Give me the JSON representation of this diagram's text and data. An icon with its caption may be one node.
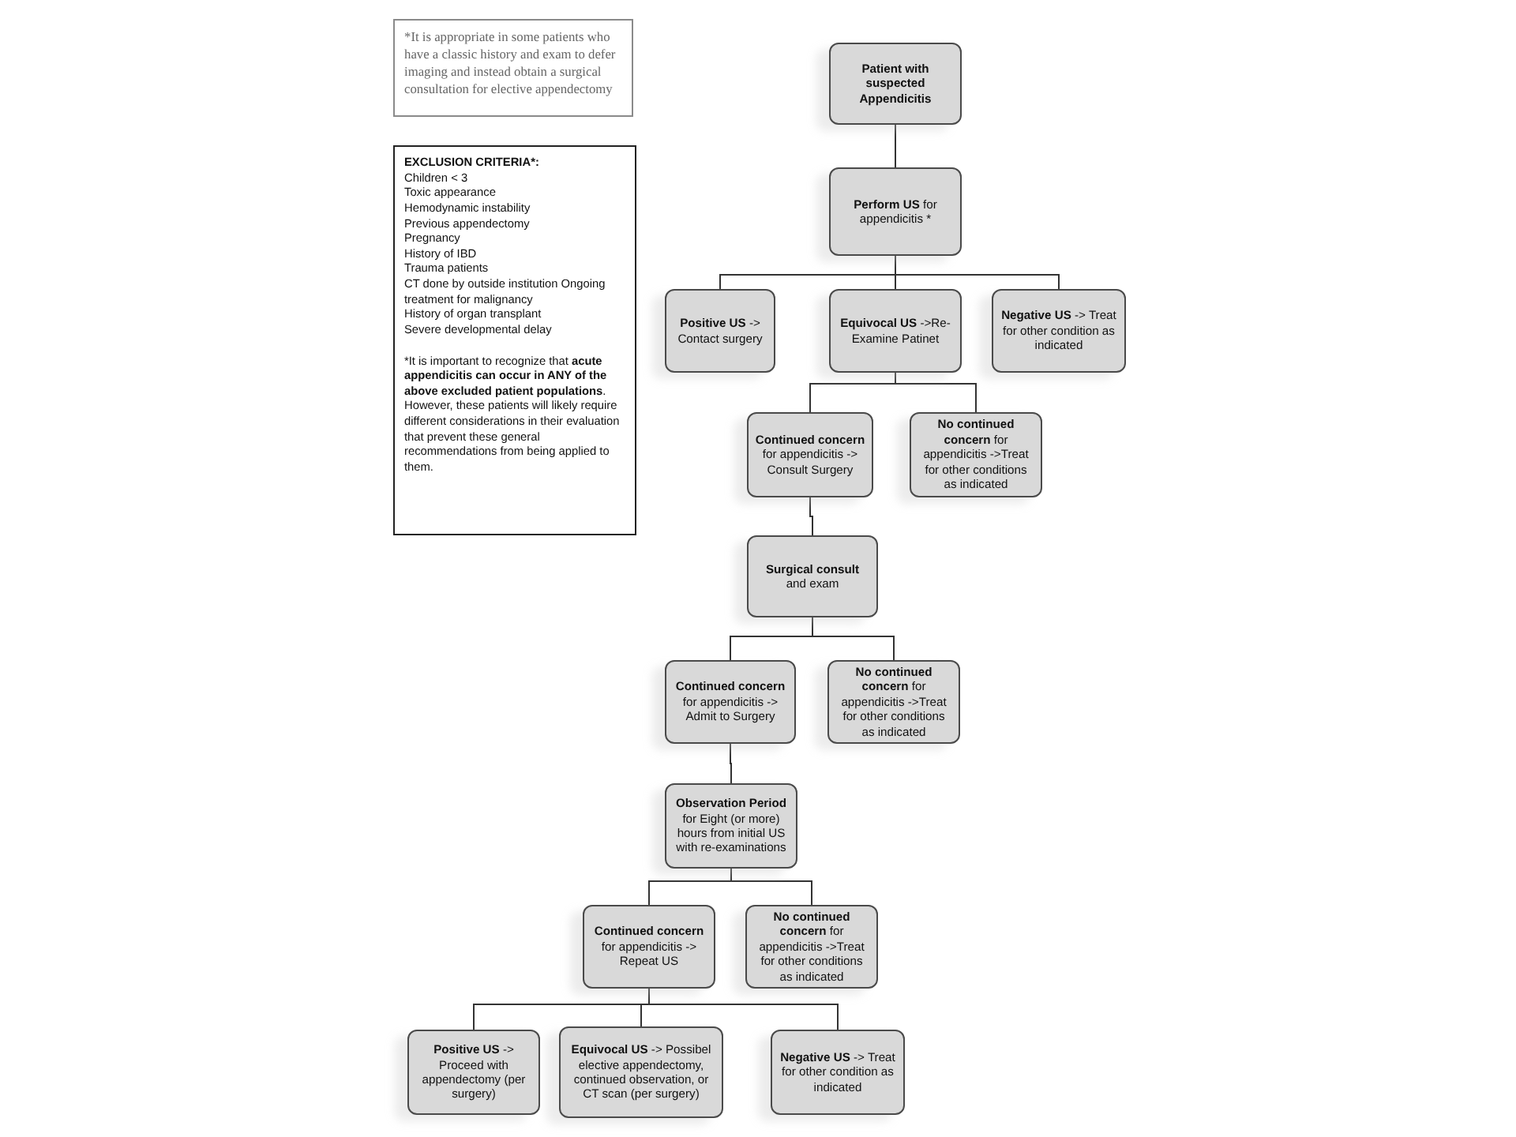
{
  "diagram": {
    "nodes": [
      {
        "text": [
          "*It is appropriate in some patients who have a classic history and exam to defer imaging and instead obtain a surgical consultation for elective appendectomy"
        ]
      },
      {
        "text": [
          "EXCLUSION CRITERIA*:",
          "Children < 3",
          "Toxic appearance",
          "Hemodynamic instability",
          "Previous appendectomy",
          "Pregnancy",
          "History of IBD",
          "Trauma patients",
          "CT done by outside institution Ongoing treatment for malignancy",
          "History of organ transplant",
          "Severe developmental delay",
          "*It is important to recognize that **acute appendicitis can occur in ANY of the above excluded patient populations**. However, these patients will likely require different considerations in their evaluation that prevent these general recommendations from being applied to them."
        ]
      },
      {
        "text": [
          "Patient with suspected Appendicitis"
        ]
      },
      {
        "text": [
          "**Perform US** for appendicitis *"
        ]
      },
      {
        "text": [
          "**Positive US** -> Contact surgery"
        ]
      },
      {
        "text": [
          "**Equivocal US** ->Re-Examine Patinet"
        ]
      },
      {
        "text": [
          "**Negative US** -> Treat for other condition as indicated"
        ]
      },
      {
        "text": [
          "**Continued concern** for appendicitis -> Consult Surgery"
        ]
      },
      {
        "text": [
          "**No continued concern** for appendicitis ->Treat for other conditions as indicated"
        ]
      },
      {
        "text": [
          "**Surgical consult** and exam"
        ]
      },
      {
        "text": [
          "**Continued concern** for appendicitis -> Admit to Surgery"
        ]
      },
      {
        "text": [
          "**No continued concern** for appendicitis ->Treat for other conditions as indicated"
        ]
      },
      {
        "text": [
          "**Observation Period** for Eight (or more) hours from initial US with re-examinations"
        ]
      },
      {
        "text": [
          "**Continued concern** for appendicitis -> Repeat US"
        ]
      },
      {
        "text": [
          "**No continued concern** for appendicitis ->Treat for other conditions as indicated"
        ]
      },
      {
        "text": [
          "**Positive US** -> Proceed with appendectomy (per surgery)"
        ]
      },
      {
        "text": [
          "**Equivocal US** -> Possibel elective appendectomy, continued observation, or CT scan (per surgery)"
        ]
      },
      {
        "text": [
          "**Negative US** -> Treat for other condition as indicated"
        ]
      }
    ],
    "edges": [
      {
        "from": 2,
        "to": 3,
        "arrow": "none"
      },
      {
        "from": 3,
        "to": 4,
        "arrow": "none"
      },
      {
        "from": 3,
        "to": 5,
        "arrow": "none"
      },
      {
        "from": 3,
        "to": 6,
        "arrow": "none"
      },
      {
        "from": 5,
        "to": 7,
        "arrow": "none"
      },
      {
        "from": 5,
        "to": 8,
        "arrow": "none"
      },
      {
        "from": 7,
        "to": 9,
        "arrow": "none"
      },
      {
        "from": 9,
        "to": 10,
        "arrow": "none"
      },
      {
        "from": 9,
        "to": 11,
        "arrow": "none"
      },
      {
        "from": 10,
        "to": 12,
        "arrow": "none"
      },
      {
        "from": 12,
        "to": 13,
        "arrow": "none"
      },
      {
        "from": 12,
        "to": 14,
        "arrow": "none"
      },
      {
        "from": 13,
        "to": 15,
        "arrow": "none"
      },
      {
        "from": 13,
        "to": 16,
        "arrow": "none"
      },
      {
        "from": 13,
        "to": 17,
        "arrow": "none"
      }
    ]
  }
}
